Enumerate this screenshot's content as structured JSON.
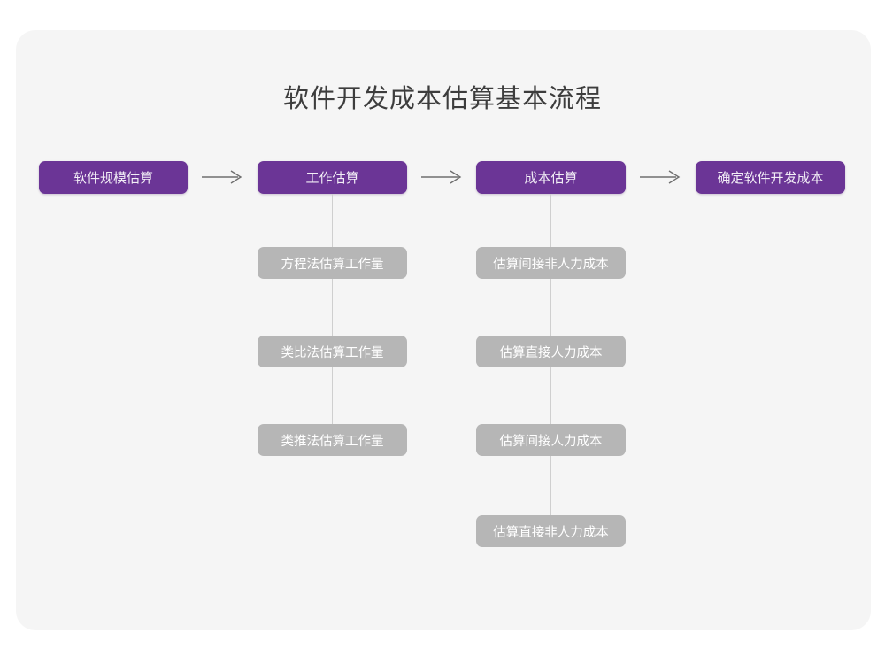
{
  "diagram": {
    "title": "软件开发成本估算基本流程",
    "colors": {
      "canvas": "#ffffff",
      "card_background": "#f5f5f5",
      "primary_node": "#6b3596",
      "primary_node_text": "#f2eef6",
      "sub_node": "#b6b6b6",
      "sub_node_text": "#ffffff",
      "connector": "#cfcfcf",
      "arrow": "#6e6e6e",
      "title_text": "#3d3d3d"
    },
    "stages": [
      {
        "label": "软件规模估算",
        "substeps": []
      },
      {
        "label": "工作估算",
        "substeps": [
          "方程法估算工作量",
          "类比法估算工作量",
          "类推法估算工作量"
        ]
      },
      {
        "label": "成本估算",
        "substeps": [
          "估算间接非人力成本",
          "估算直接人力成本",
          "估算间接人力成本",
          "估算直接非人力成本"
        ]
      },
      {
        "label": "确定软件开发成本",
        "substeps": []
      }
    ],
    "arrows": [
      {
        "name": "arrow-stage1-to-stage2"
      },
      {
        "name": "arrow-stage2-to-stage3"
      },
      {
        "name": "arrow-stage3-to-stage4"
      }
    ]
  }
}
